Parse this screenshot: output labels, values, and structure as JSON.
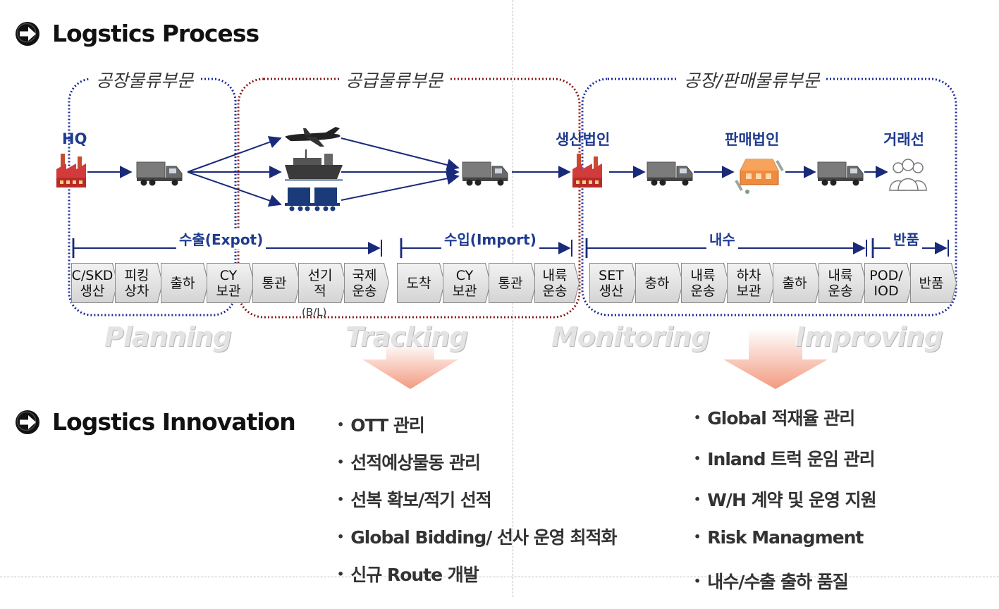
{
  "process": {
    "title": "Logstics Process"
  },
  "innovation": {
    "title": "Logstics Innovation"
  },
  "groups": {
    "factory": "공장물류부문",
    "supply": "공급물류부문",
    "sales": "공장/판매물류부문"
  },
  "nodes": {
    "hq": "HQ",
    "production": "생산법인",
    "sales_corp": "판매법인",
    "customer": "거래선"
  },
  "phases": {
    "export": "수출(Expot)",
    "import": "수입(Import)",
    "domestic": "내수",
    "return": "반품"
  },
  "steps": [
    "C/SKD\n생산",
    "피킹\n상차",
    "출하",
    "CY\n보관",
    "통관",
    "선기\n적",
    "국제\n운송",
    "도착",
    "CY\n보관",
    "통관",
    "내륙\n운송",
    "SET\n생산",
    "충하",
    "내륙\n운송",
    "하차\n보관",
    "출하",
    "내륙\n운송",
    "POD/\nIOD",
    "반품"
  ],
  "bl_note": "(B/L)",
  "pillars": {
    "planning": "Planning",
    "tracking": "Tracking",
    "monitoring": "Monitoring",
    "improving": "Improving"
  },
  "tracking_items": [
    "OTT 관리",
    "선적예상물동 관리",
    "선복 확보/적기 선적",
    "Global Bidding/ 선사 운영 최적화",
    "신규 Route 개발"
  ],
  "improving_items": [
    "Global 적재율 관리",
    "Inland 트럭 운임 관리",
    "W/H 계약 및 운영 지원",
    "Risk Managment",
    "내수/수출 출하 품질"
  ],
  "colors": {
    "navy": "#1f3b8f",
    "arrow_navy": "#1a2a7a",
    "factory_border": "#1c2a9a",
    "supply_border": "#8b1a1a",
    "down_arrow": "#f4a68f"
  },
  "icons": [
    "arrow-circle-icon",
    "factory-icon",
    "truck-icon",
    "airplane-icon",
    "ship-icon",
    "train-icon",
    "warehouse-icon",
    "people-icon"
  ]
}
